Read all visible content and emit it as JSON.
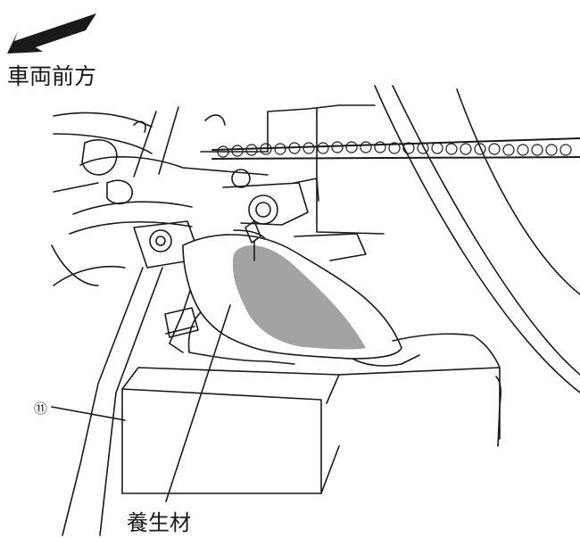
{
  "labels": {
    "direction": "車両前方",
    "callout_number": "⑪",
    "material": "養生材"
  },
  "icons": {
    "direction_arrow": "arrow-lower-left-icon"
  },
  "colors": {
    "line": "#1a1a1a",
    "material_fill": "#a3a3a3",
    "background": "#ffffff"
  }
}
